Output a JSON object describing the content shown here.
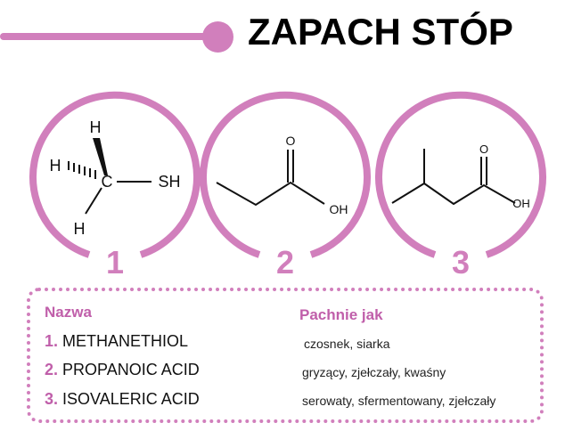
{
  "title": "ZAPACH STÓP",
  "colors": {
    "accent": "#d17fbc",
    "text_accent": "#c05faa"
  },
  "molecules": [
    {
      "number": "1",
      "atoms": {
        "h_top": "H",
        "h_left": "H",
        "h_bottom": "H",
        "carbon": "C",
        "sh": "SH"
      }
    },
    {
      "number": "2",
      "atoms": {
        "oxygen": "O",
        "oh": "OH"
      }
    },
    {
      "number": "3",
      "atoms": {
        "oxygen": "O",
        "oh": "OH"
      }
    }
  ],
  "table": {
    "header_name": "Nazwa",
    "header_smell": "Pachnie jak",
    "rows": [
      {
        "num": "1.",
        "name": "METHANETHIOL",
        "smell": "czosnek, siarka"
      },
      {
        "num": "2.",
        "name": "PROPANOIC ACID",
        "smell": "gryzący, zjełczały, kwaśny"
      },
      {
        "num": "3.",
        "name": "ISOVALERIC ACID",
        "smell": "serowaty, sfermentowany, zjełczały"
      }
    ]
  }
}
